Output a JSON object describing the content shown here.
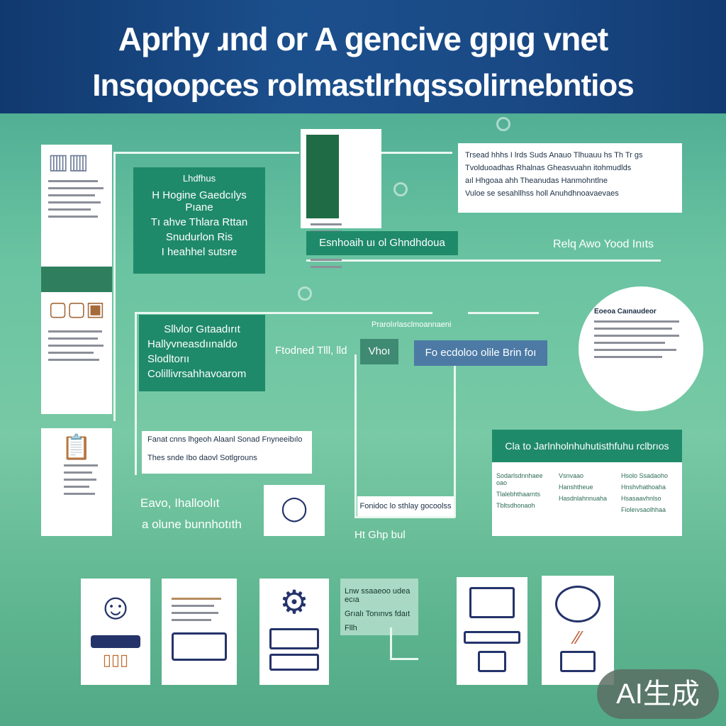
{
  "header": {
    "title_line1": "Aprhy ɹnd or A gencive gpıg vnet",
    "title_line2": "Insqoopces rolmastlrhqssolirnebntios"
  },
  "left_green_box": {
    "heading": "Lhdfhus",
    "lines": [
      "H Hogine Gaedcılys Pıane",
      "Tı ahve Thlara Rttan",
      "Snudurlon Ris",
      "I heahhel sutsre"
    ]
  },
  "top_center_banner": {
    "label": "Esnhoaih uı ol Ghndhdoua"
  },
  "top_right_card": {
    "lines": [
      "Trsead hhhs I lrds Suds Anauo Tlhuauu hs Th Tr gs",
      "Tvolduoadhas Rhalnas Gheasvuahn itohmudlds",
      "aıl Hhgoaa ahh Theanudas Hanmohntlne",
      "Vuloe se sesahllhss holl Anuhdhnoavaevaes"
    ]
  },
  "right_label": {
    "text": "Relq Awo Yood Inıts"
  },
  "circle_card": {
    "heading": "Eoeoa Caınaudeor"
  },
  "center_green_box": {
    "lines": [
      "Sllvlor Gıtaadırıt",
      "Hallyvneasdıınaldo",
      "Slodltorıı",
      "Colillivrsahhavoarom"
    ]
  },
  "center_labels": {
    "found": "Ftodned Tlll, lld",
    "small_above": "Prarolırlasclmoannaeni",
    "vmo": "Vhoı",
    "blue_label": "Fo ecdoloo olile Brin foı"
  },
  "left_white_strip": {
    "line1": "Fanat cnns lhgeoh Alaanl Sonad Fnyneeibılo",
    "line2": "Thes snde Ibo daovl Sotlgrouns"
  },
  "bottom_left_text": {
    "line1": "Eavo, Ihalloolıt",
    "line2": "a olune bunnhotıth"
  },
  "center_bottom": {
    "caption": "Fonidoc lo sthlay gocoolss",
    "below": "Ht  Ghp bul"
  },
  "right_green_box": {
    "heading": "Cla to Jarlnholnhuhutisthfuhu rclbrıos",
    "col1": [
      "Sodarlsdnnhaee oao",
      "Tlalebhthaarnts",
      "Tbltsdhonaoh"
    ],
    "col2": [
      "Vsnvaao",
      "Hanshtheue",
      "Hasdnlahnnuaha"
    ],
    "col3": [
      "Hsolo Ssadaoho",
      "Hnshvhathoaha",
      "Hsasaavhnlso",
      "Fioleıvsaolhhaa"
    ]
  },
  "bottom_overlay": {
    "lines": [
      "Lnw ssaaeoo udea ecıa",
      "Grıalı Tonınvs fdaıt",
      "Fllh"
    ]
  },
  "badge": {
    "label": "AI生成"
  },
  "icons": {
    "doc1": "document-icon",
    "doc2": "document-icon",
    "monitor": "monitor-icon",
    "person": "person-icon",
    "clipboard": "clipboard-icon",
    "laptop": "laptop-icon",
    "tools": "tools-icon",
    "pen": "pen-icon"
  }
}
